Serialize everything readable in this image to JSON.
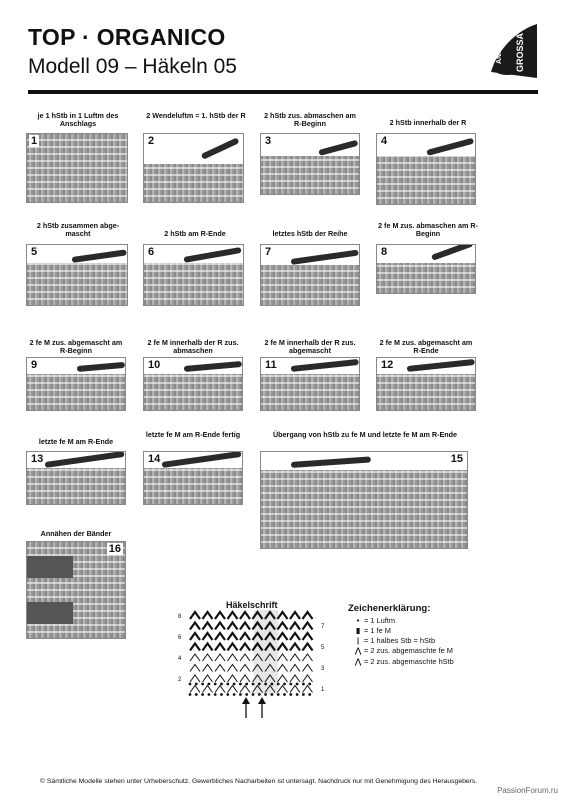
{
  "header": {
    "title": "TOP · ORGANICO",
    "subtitle": "Modell 09 – Häkeln 05",
    "logo_text": "ANNA GROSSA"
  },
  "steps": [
    {
      "num": "1",
      "caption": "je 1 hStb in 1 Luftm des Anschlags"
    },
    {
      "num": "2",
      "caption": "2 Wendeluftm = 1. hStb der R"
    },
    {
      "num": "3",
      "caption": "2 hStb zus. abmaschen am R-Beginn"
    },
    {
      "num": "4",
      "caption": "2 hStb innerhalb der R"
    },
    {
      "num": "5",
      "caption": "2 hStb zusammen abge-mascht"
    },
    {
      "num": "6",
      "caption": "2 hStb am R-Ende"
    },
    {
      "num": "7",
      "caption": "letztes hStb der Reihe"
    },
    {
      "num": "8",
      "caption": "2 fe M zus. abmaschen am R-Beginn"
    },
    {
      "num": "9",
      "caption": "2 fe M zus. abgemascht am R-Beginn"
    },
    {
      "num": "10",
      "caption": "2 fe M innerhalb der R zus. abmaschen"
    },
    {
      "num": "11",
      "caption": "2 fe M innerhalb der R zus. abgemascht"
    },
    {
      "num": "12",
      "caption": "2 fe M zus. abgemascht am R-Ende"
    },
    {
      "num": "13",
      "caption": "letzte fe M am R-Ende"
    },
    {
      "num": "14",
      "caption": "letzte fe M am R-Ende fertig"
    },
    {
      "num": "15",
      "caption": "Übergang von hStb zu fe M und letzte fe M am R-Ende"
    },
    {
      "num": "16",
      "caption": "Annähen der Bänder"
    }
  ],
  "chart": {
    "title": "Häkelschrift",
    "left_row_numbers": [
      "8",
      "6",
      "4",
      "2"
    ],
    "right_row_numbers": [
      "7",
      "5",
      "3",
      "1"
    ]
  },
  "legend": {
    "title": "Zeichenerklärung:",
    "items": [
      {
        "symbol": "•",
        "text": "= 1 Luftm"
      },
      {
        "symbol": "▮",
        "text": "= 1 fe M"
      },
      {
        "symbol": "|",
        "text": "= 1 halbes Stb = hStb"
      },
      {
        "symbol": "⋀",
        "text": "= 2 zus. abgemaschte fe M"
      },
      {
        "symbol": "⋀",
        "text": "= 2 zus. abgemaschte hStb"
      }
    ]
  },
  "footer": "© Sämtliche Modelle stehen unter Urheberschutz. Gewerbliches Nacharbeiten ist untersagt. Nachdruck nur mit Genehmigung des Herausgebers.",
  "watermark": "PassionForum.ru"
}
